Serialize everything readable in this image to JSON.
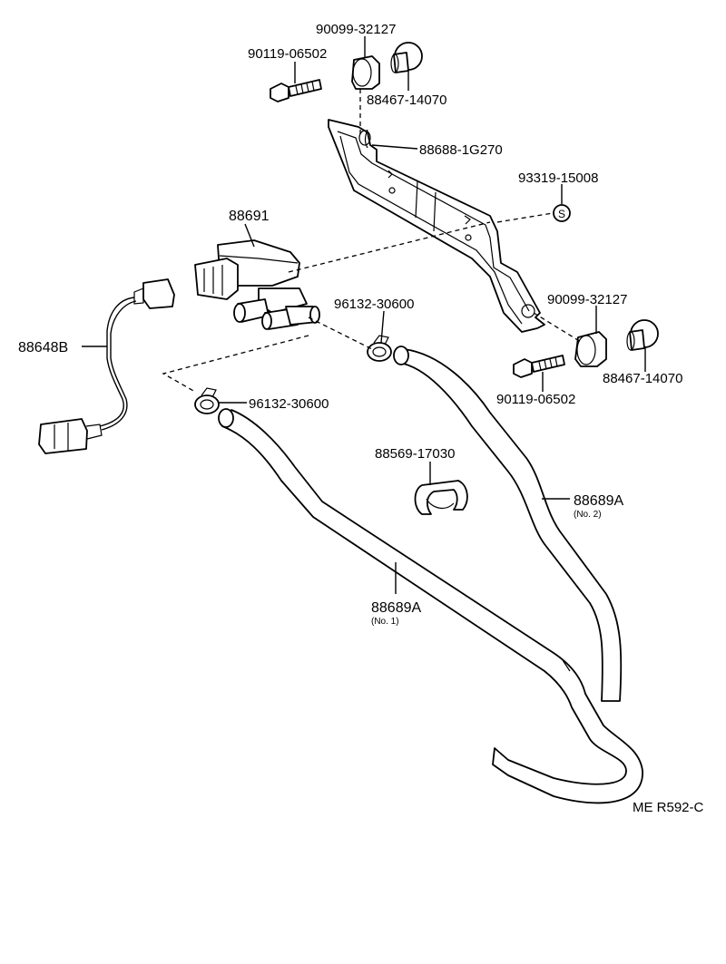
{
  "diagram": {
    "labels": {
      "washer_nut_top": "90099-32127",
      "bolt_top": "90119-06502",
      "grommet_top": "88467-14070",
      "bracket": "88688-1G270",
      "screw_s": "93319-15008",
      "vsv": "88691",
      "clamp_right": "96132-30600",
      "washer_nut_right": "90099-32127",
      "wire_harness": "88648B",
      "grommet_right": "88467-14070",
      "bolt_right": "90119-06502",
      "clamp_left": "96132-30600",
      "hose_clamp": "88569-17030",
      "hose_no2": "88689A",
      "hose_no2_sub": "(No. 2)",
      "hose_no1": "88689A",
      "hose_no1_sub": "(No. 1)",
      "s_symbol": "S"
    },
    "reference_code": "ME R592-C"
  }
}
